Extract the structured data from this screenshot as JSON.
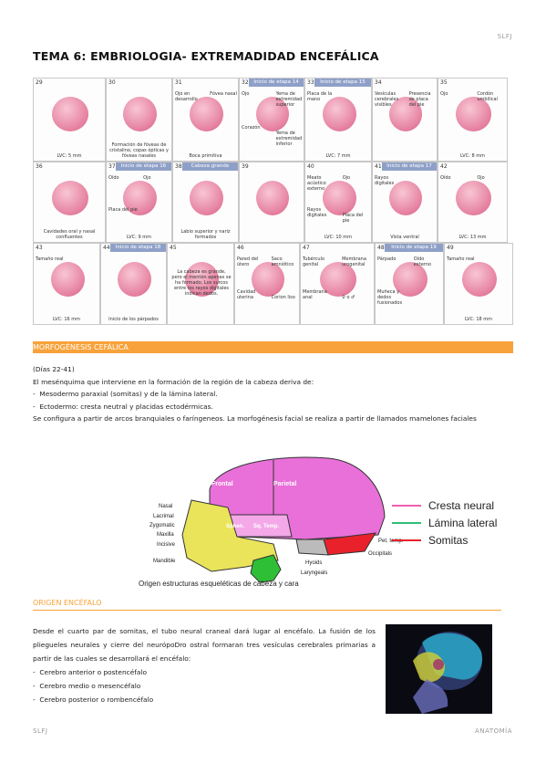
{
  "header": {
    "right": "SLFJ"
  },
  "title": "TEMA 6: EMBRIOLOGIA- EXTREMADIDAD ENCEFÁLICA",
  "figure_cells": [
    {
      "num": "29",
      "caption": "LVC: 5 mm"
    },
    {
      "num": "30",
      "caption": "Formación de fóveas de cristalino, copas ópticas y fóveas nasales"
    },
    {
      "num": "31",
      "caption": "Boca primitiva",
      "l1": "Ojo en desarrollo",
      "l2": "Fóvea nasal"
    },
    {
      "num": "32",
      "stage": "Inicio de etapa 14",
      "l1": "Ojo",
      "l2": "Yema de extremidad superior",
      "l3": "Corazón",
      "l4": "Yema de extremidad inferior"
    },
    {
      "num": "33",
      "stage": "Inicio de etapa 15",
      "caption": "LVC: 7 mm",
      "l1": "Placa de la mano"
    },
    {
      "num": "34",
      "l1": "Vesículas cerebrales visibles",
      "l2": "Presencia de placa del pie"
    },
    {
      "num": "35",
      "caption": "LVC: 8 mm",
      "l1": "Ojo",
      "l2": "Cordón umbilical"
    },
    {
      "num": "36",
      "caption": "Cavidades oral y nasal confluentes"
    },
    {
      "num": "37",
      "stage": "Inicio de etapa 16",
      "caption": "LVC: 9 mm",
      "l1": "Oído",
      "l2": "Ojo",
      "l3": "Placa del pie"
    },
    {
      "num": "38",
      "stage": "Cabeza grande",
      "caption": "Labio superior y nariz formados"
    },
    {
      "num": "39",
      "caption": ""
    },
    {
      "num": "40",
      "caption": "LVC: 10 mm",
      "l1": "Meato acústico externo",
      "l2": "Ojo",
      "l3": "Rayos digitales",
      "l4": "Placa del pie"
    },
    {
      "num": "41",
      "stage": "Inicio de etapa 17",
      "caption": "Vista ventral",
      "l1": "Rayos digitales"
    },
    {
      "num": "42",
      "caption": "LVC: 13 mm",
      "l1": "Oído",
      "l2": "Ojo"
    },
    {
      "num": "43",
      "caption": "LVC: 16 mm",
      "l1": "Tamaño real"
    },
    {
      "num": "44",
      "stage": "Inicio de etapa 18",
      "caption": "Inicio de los párpados"
    },
    {
      "num": "45",
      "l1": "La cabeza es grande, pero el mentón apenas se ha formado. Los surcos entre los rayos digitales indican dedos."
    },
    {
      "num": "46",
      "l1": "Pared del útero",
      "l2": "Saco amniótico",
      "l3": "Cavidad uterina",
      "l4": "Corion liso"
    },
    {
      "num": "47",
      "l1": "Tubérculo genital",
      "l2": "Membrana urogenital",
      "l3": "Membrana anal",
      "l4": "♀ o ♂"
    },
    {
      "num": "48",
      "stage": "Inicio de etapa 19",
      "l1": "Párpado",
      "l2": "Oído externo",
      "l3": "Muñeca y dedos fusionados"
    },
    {
      "num": "49",
      "caption": "LVC: 18 mm",
      "l1": "Tamaño real"
    }
  ],
  "section1": {
    "heading": "MORFOGÉNESIS CEFÁLICA",
    "days": "(Días 22-41)",
    "intro": "El mesénquima que interviene en la formación de la región de la cabeza deriva de:",
    "bullets": [
      "Mesodermo paraxial (somitas) y de la lámina lateral.",
      "Ectodermo: cresta neutral y placidas ectodérmicas."
    ],
    "para": "Se configura a partir de arcos branquiales o faríngeneos. La morfogénesis facial se realiza a partir de llamados mamelones faciales"
  },
  "skull": {
    "labels": {
      "frontal": "Frontal",
      "parietal": "Parietal",
      "sphen": "Sphen.",
      "sqtemp": "Sq. Temp.",
      "nasal": "Nasal",
      "lacrimal": "Lacrimal",
      "zygomatic": "Zygomatic",
      "maxilla": "Maxilla",
      "incisive": "Incisive",
      "mandible": "Mandible",
      "pettemp": "Pet. temp.",
      "occipitals": "Occipitals",
      "hyoids": "Hyoids",
      "laryngeals": "Laryngeals"
    },
    "caption": "Origen estructuras esqueléticas de cabeza y cara",
    "legend": [
      {
        "label": "Cresta neural",
        "color": "#ee5fb0"
      },
      {
        "label": "Lámina lateral",
        "color": "#2fbf74"
      },
      {
        "label": "Somitas",
        "color": "#e8212b"
      }
    ]
  },
  "section2": {
    "heading": "ORIGEN ENCÉFALO",
    "para": "Desde el cuarto par de somitas, el tubo neural craneal dará lugar al encéfalo. La fusión de los pliegueles neurales y cierre del neurópoDro ostral formaran tres vesículas cerebrales primarias a partir de las cuales se desarrollará el encéfalo:",
    "bullets": [
      "Cerebro anterior o postencéfalo",
      "Cerebro medio o mesencéfalo",
      "Cerebro posterior o rombencéfalo"
    ]
  },
  "footer": {
    "left": "SLFJ",
    "right": "ANATOMÍA"
  }
}
